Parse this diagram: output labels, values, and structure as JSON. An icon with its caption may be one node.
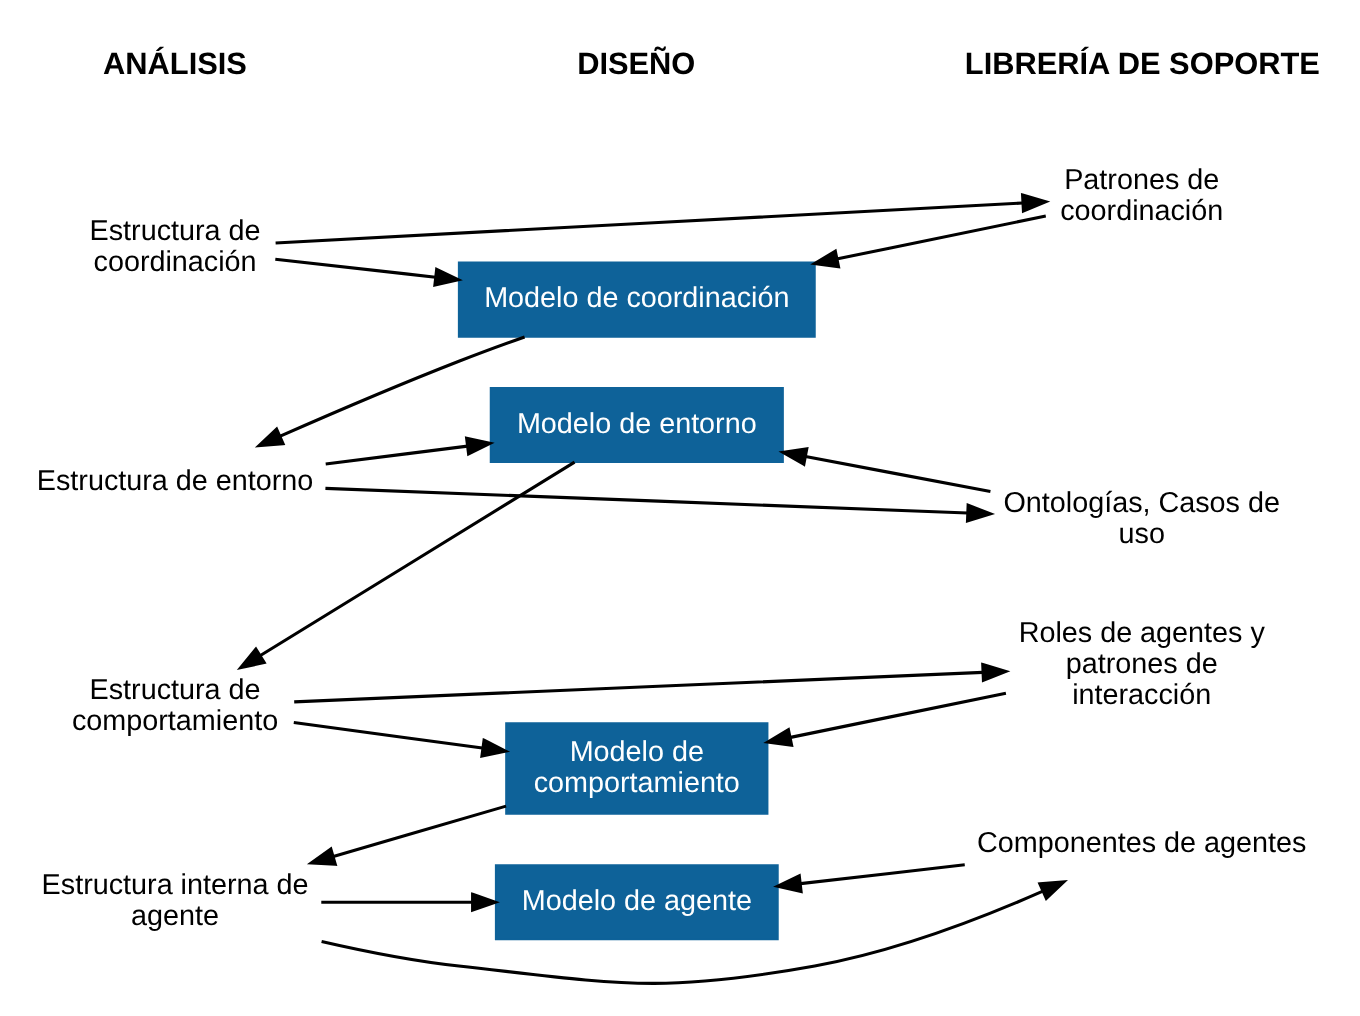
{
  "diagram": {
    "nodes": [
      {
        "text": [
          "Estructura de coordinación"
        ]
      },
      {
        "text": [
          "Patrones de coordinación"
        ]
      },
      {
        "text": [
          "Modelo de coordinación"
        ]
      },
      {
        "text": [
          "Estructura de entorno"
        ]
      },
      {
        "text": [
          "Ontologías, Casos de uso"
        ]
      },
      {
        "text": [
          "Modelo de entorno"
        ]
      },
      {
        "text": [
          "Estructura de comportamiento"
        ]
      },
      {
        "text": [
          "Roles de agentes y patrones de interacción"
        ]
      },
      {
        "text": [
          "Modelo de comportamiento"
        ]
      },
      {
        "text": [
          "Estructura interna de agente"
        ]
      },
      {
        "text": [
          "Componentes de agentes"
        ]
      },
      {
        "text": [
          "Modelo de agente"
        ]
      }
    ],
    "edges": [
      {
        "from": 0,
        "to": 1,
        "arrow": "to"
      },
      {
        "from": 0,
        "to": 2,
        "arrow": "to"
      },
      {
        "from": 1,
        "to": 2,
        "arrow": "to"
      },
      {
        "from": 2,
        "to": 3,
        "arrow": "to"
      },
      {
        "from": 3,
        "to": 4,
        "arrow": "to"
      },
      {
        "from": 3,
        "to": 5,
        "arrow": "to"
      },
      {
        "from": 4,
        "to": 5,
        "arrow": "to"
      },
      {
        "from": 5,
        "to": 6,
        "arrow": "to"
      },
      {
        "from": 6,
        "to": 7,
        "arrow": "to"
      },
      {
        "from": 6,
        "to": 8,
        "arrow": "to"
      },
      {
        "from": 7,
        "to": 8,
        "arrow": "to"
      },
      {
        "from": 8,
        "to": 9,
        "arrow": "to"
      },
      {
        "from": 9,
        "to": 10,
        "arrow": "to"
      },
      {
        "from": 9,
        "to": 11,
        "arrow": "to"
      },
      {
        "from": 10,
        "to": 11,
        "arrow": "to"
      }
    ],
    "labels": [
      "ANÁLISIS",
      "DISEÑO",
      "LIBRERÍA DE SOPORTE"
    ]
  }
}
